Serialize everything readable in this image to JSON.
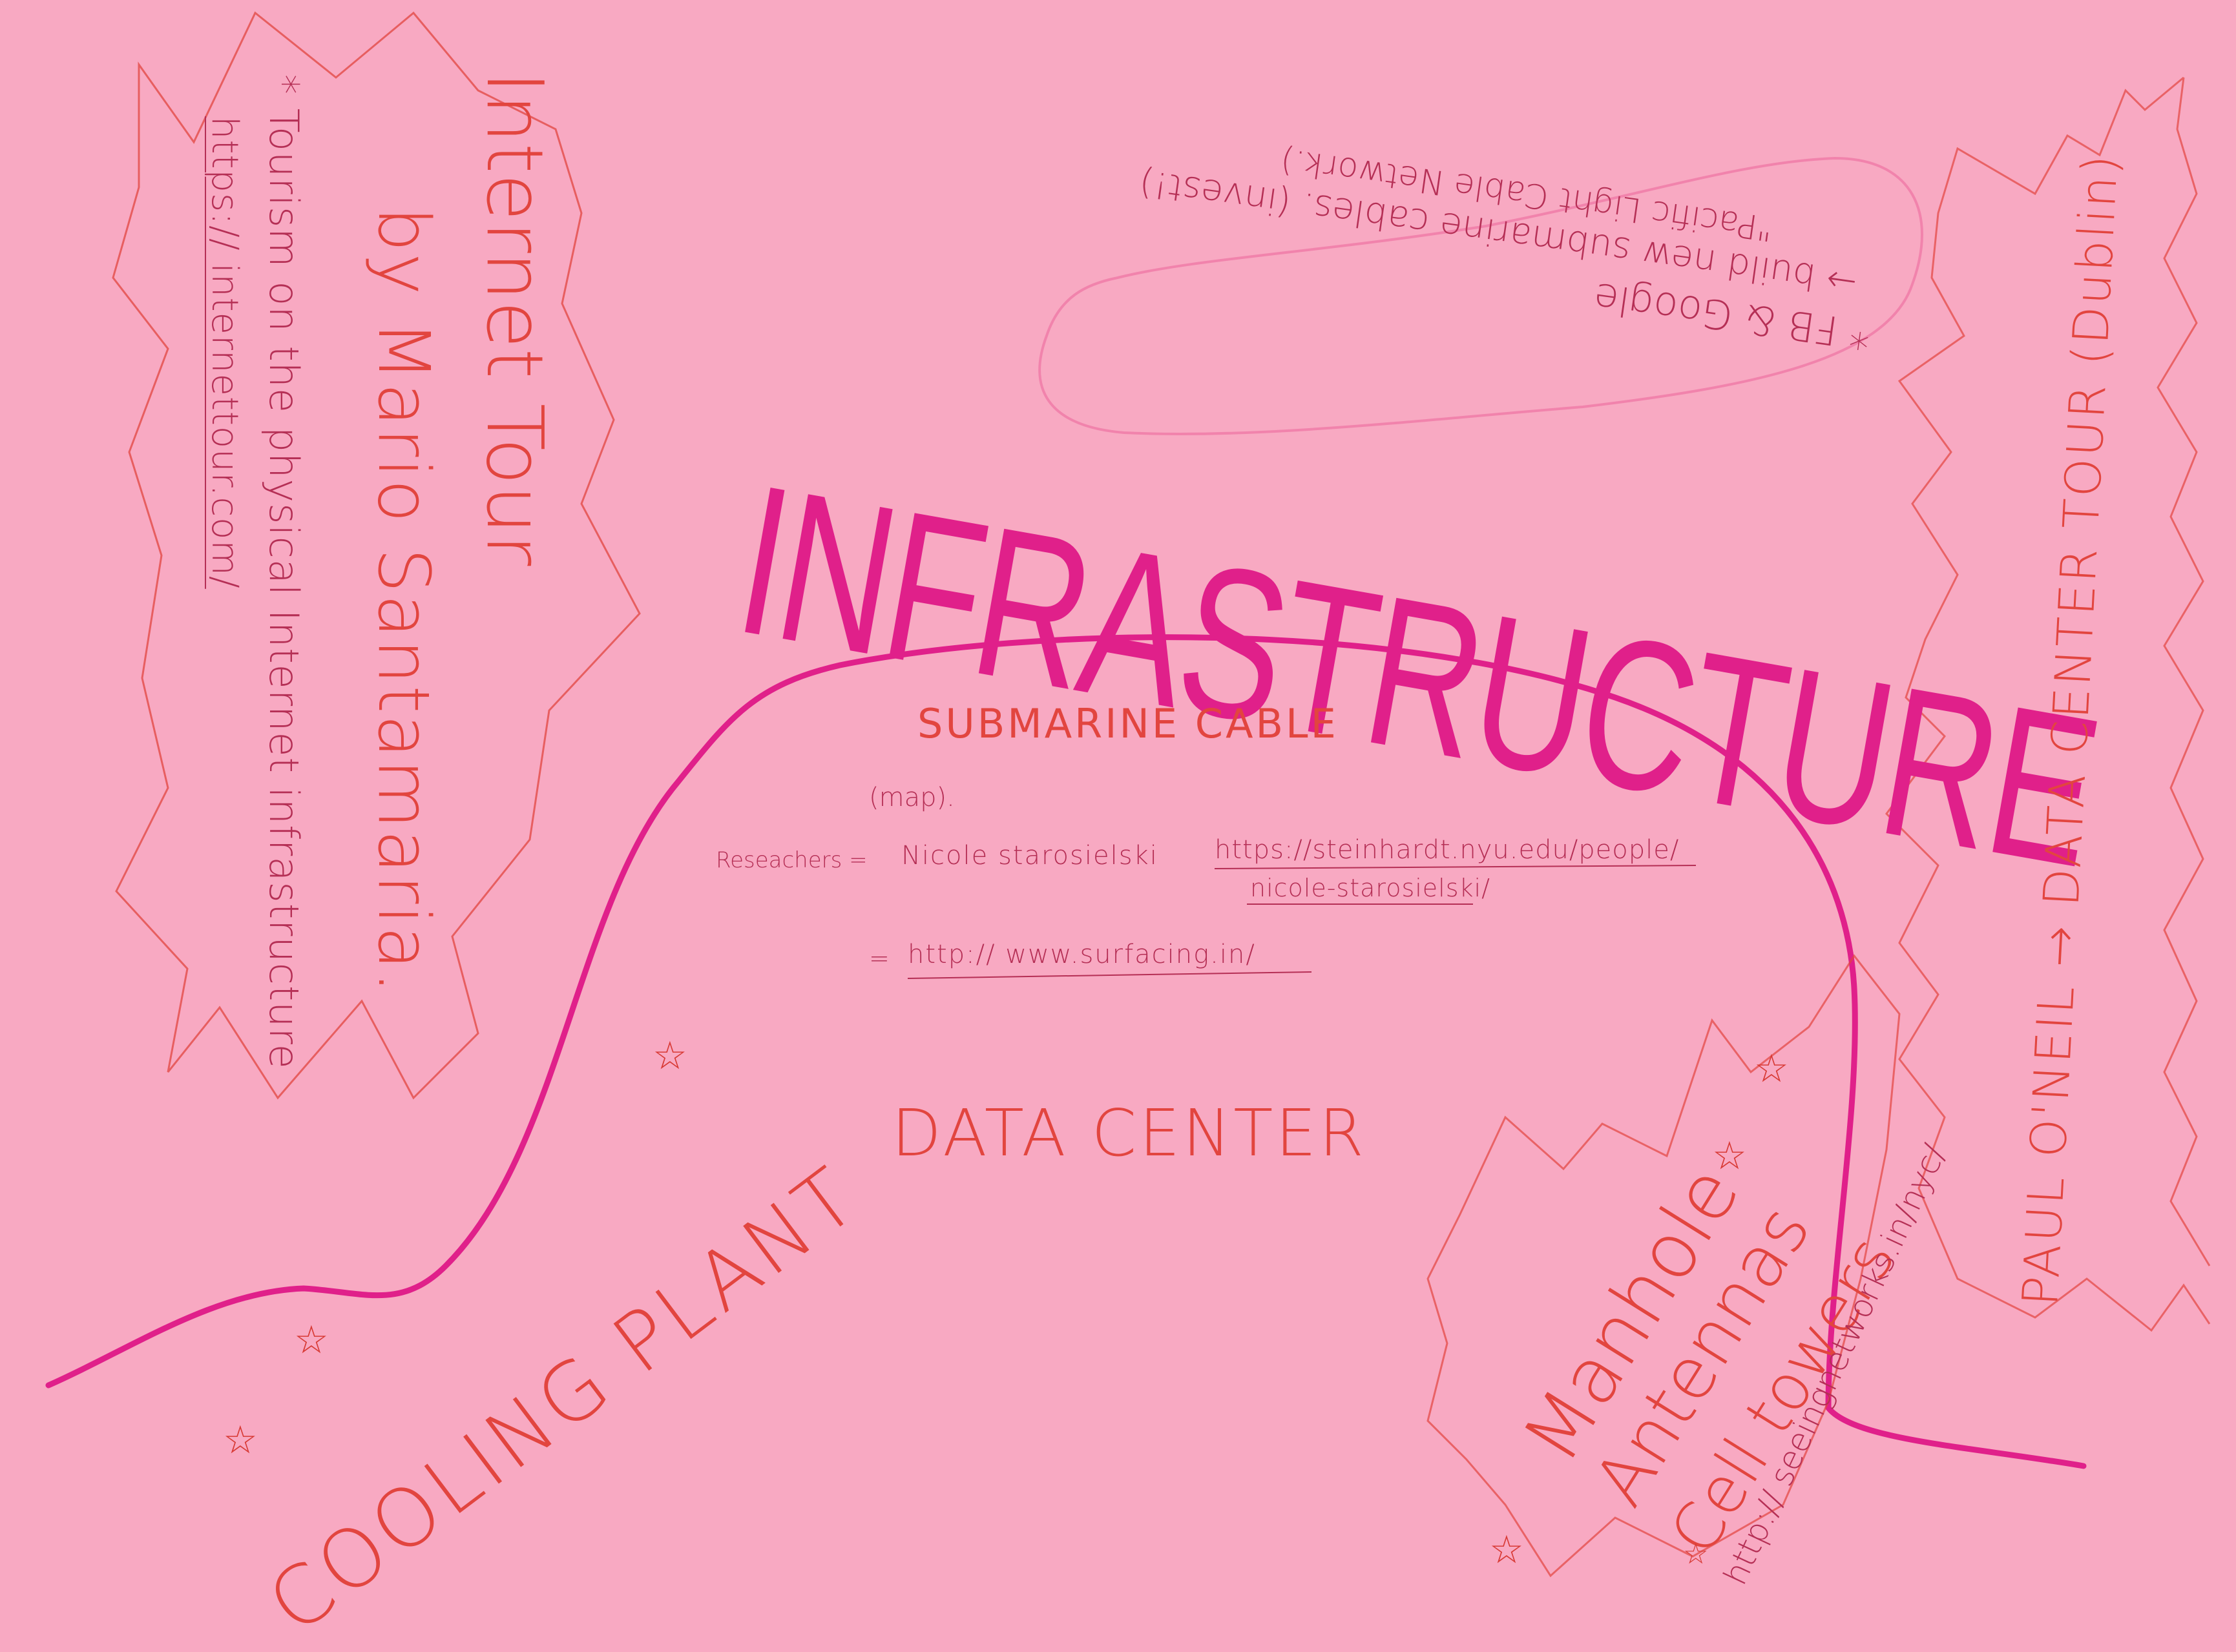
{
  "title": "INFRASTRUCTURE",
  "submarine": {
    "heading": "SUBMARINE CABLE",
    "map_note": "(map).",
    "researchers_label": "Reseachers =",
    "researcher_name": "Nicole starosielski",
    "researcher_url_1": "https://steinhardt.nyu.edu/people/",
    "researcher_url_2": "nicole-starosielski/",
    "surfacing_prefix": "=",
    "surfacing_url": "http:// www.surfacing.in/"
  },
  "data_center": "DATA CENTER",
  "cooling_plant": "COOLING PLANT",
  "internet_tour": {
    "title": "Internet Tour",
    "author": "by Mario Santamaria.",
    "note": "* Tourism on the physical Internet infrastructure",
    "url": "https:// internettour.com/"
  },
  "fb_google": {
    "line1": "* FB & Google",
    "line2": "→ build new submarine cables. (invest!)",
    "line3": "\"Pacific Light Cable Network.)"
  },
  "paul_oneil": "PAUL O'NEIL → DATA CENTER TOUR (Dublin)",
  "manhole": {
    "line1": "Manhole",
    "line2": "Antennas",
    "line3": "Cell towers",
    "url": "http:// seeingnetworks.in/nyc/"
  },
  "star_symbol": "☆",
  "colors": {
    "paper": "#f8a9c2",
    "magenta_marker": "#e0208a",
    "red_pencil": "#e2453f",
    "pen": "#b52f55"
  }
}
